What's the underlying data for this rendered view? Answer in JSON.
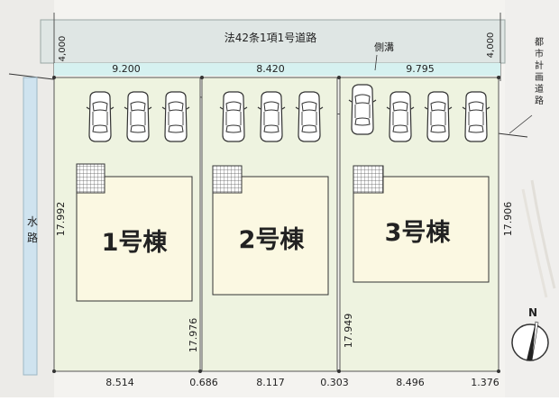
{
  "road": {
    "label": "法42条1項1号道路",
    "width_left": "4,000",
    "width_right": "4,000"
  },
  "gutter_label": "側溝",
  "planned_road_label": "都市計画道路",
  "waterway_label": "水路",
  "lots": [
    {
      "name": "1号棟",
      "frontage": "9.200",
      "rear": "8.514",
      "rear_offset": "0.686",
      "left_depth": "17.992",
      "right_depth": "17.976"
    },
    {
      "name": "2号棟",
      "frontage": "8.420",
      "rear": "8.117",
      "rear_offset": "0.303"
    },
    {
      "name": "3号棟",
      "frontage": "9.795",
      "rear": "8.496",
      "rear_offset": "1.376",
      "left_depth": "17.949",
      "right_depth": "17.906"
    }
  ],
  "north_label": "N",
  "colors": {
    "lot_fill": "#eef3e0",
    "building_fill": "#fbf8e2",
    "road_fill": "#dfe6e4",
    "waterway_fill": "#cfe3ef",
    "gutter_fill": "#d6f1f0"
  }
}
